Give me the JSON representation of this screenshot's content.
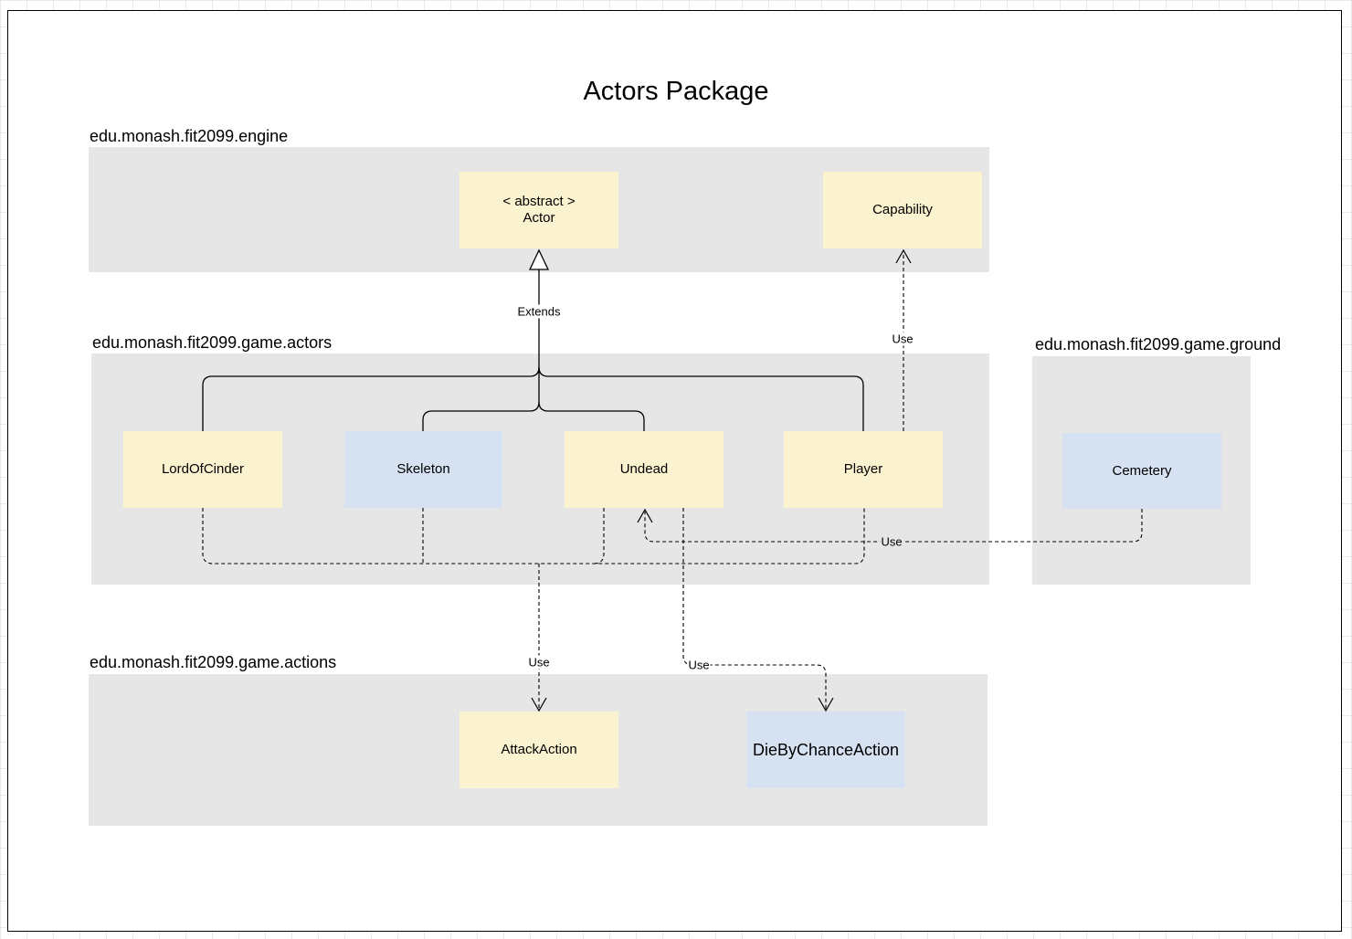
{
  "diagram": {
    "title": "Actors Package",
    "packages": {
      "engine": {
        "label": "edu.monash.fit2099.engine"
      },
      "actors": {
        "label": "edu.monash.fit2099.game.actors"
      },
      "ground": {
        "label": "edu.monash.fit2099.game.ground"
      },
      "actions": {
        "label": "edu.monash.fit2099.game.actions"
      }
    },
    "classes": {
      "actor": {
        "stereotype": "< abstract >",
        "name": "Actor",
        "color": "#fbf2cf"
      },
      "capability": {
        "name": "Capability",
        "color": "#fbf2cf"
      },
      "lordofcinder": {
        "name": "LordOfCinder",
        "color": "#fbf2cf"
      },
      "skeleton": {
        "name": "Skeleton",
        "color": "#d6e1f2"
      },
      "undead": {
        "name": "Undead",
        "color": "#fbf2cf"
      },
      "player": {
        "name": "Player",
        "color": "#fbf2cf"
      },
      "cemetery": {
        "name": "Cemetery",
        "color": "#d6e1f2"
      },
      "attackaction": {
        "name": "AttackAction",
        "color": "#fbf2cf"
      },
      "diebychanceaction": {
        "name": "DieByChanceAction",
        "color": "#d6e1f2"
      }
    },
    "relations": {
      "extends": {
        "label": "Extends",
        "from": [
          "LordOfCinder",
          "Skeleton",
          "Undead",
          "Player"
        ],
        "to": "Actor"
      },
      "player_capability": {
        "label": "Use",
        "from": "Player",
        "to": "Capability"
      },
      "cemetery_undead": {
        "label": "Use",
        "from": "Cemetery",
        "to": "Undead"
      },
      "actors_attack": {
        "label": "Use",
        "from": [
          "LordOfCinder",
          "Skeleton",
          "Undead",
          "Player"
        ],
        "to": "AttackAction"
      },
      "undead_die": {
        "label": "Use",
        "from": "Undead",
        "to": "DieByChanceAction"
      }
    }
  }
}
